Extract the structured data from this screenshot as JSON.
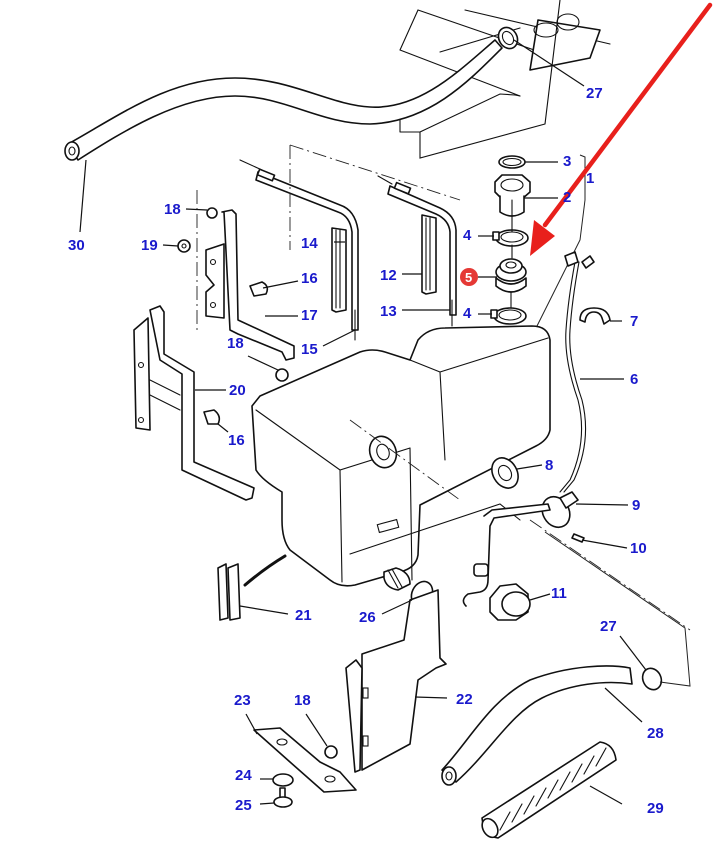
{
  "diagram": {
    "title": "Fuel tank assembly exploded parts diagram",
    "label_color": "#1a1acc",
    "highlight_color": "#e53935",
    "arrow_color": "#e8201c",
    "highlighted_part": "5",
    "callouts": [
      {
        "id": "27a",
        "label": "27",
        "part": "hose clamp (upper)"
      },
      {
        "id": "3",
        "label": "3",
        "part": "sealing ring"
      },
      {
        "id": "1",
        "label": "1",
        "part": "filler neck assembly (bracket)"
      },
      {
        "id": "2",
        "label": "2",
        "part": "hex adapter"
      },
      {
        "id": "4a",
        "label": "4",
        "part": "hose clamp"
      },
      {
        "id": "5",
        "label": "5",
        "part": "filler neck bellows"
      },
      {
        "id": "4b",
        "label": "4",
        "part": "hose clamp"
      },
      {
        "id": "7",
        "label": "7",
        "part": "cable clip"
      },
      {
        "id": "6",
        "label": "6",
        "part": "sender wire"
      },
      {
        "id": "30",
        "label": "30",
        "part": "breather hose"
      },
      {
        "id": "18a",
        "label": "18",
        "part": "nut"
      },
      {
        "id": "19",
        "label": "19",
        "part": "nut"
      },
      {
        "id": "14",
        "label": "14",
        "part": "strap pad"
      },
      {
        "id": "16a",
        "label": "16",
        "part": "bolt"
      },
      {
        "id": "12",
        "label": "12",
        "part": "strap pad"
      },
      {
        "id": "17",
        "label": "17",
        "part": "mounting bracket"
      },
      {
        "id": "13",
        "label": "13",
        "part": "tension strap"
      },
      {
        "id": "18b",
        "label": "18",
        "part": "nut"
      },
      {
        "id": "15",
        "label": "15",
        "part": "tension strap"
      },
      {
        "id": "20",
        "label": "20",
        "part": "mounting bracket"
      },
      {
        "id": "16b",
        "label": "16",
        "part": "bolt"
      },
      {
        "id": "8",
        "label": "8",
        "part": "gasket"
      },
      {
        "id": "9",
        "label": "9",
        "part": "fuel level sender"
      },
      {
        "id": "10",
        "label": "10",
        "part": "screw"
      },
      {
        "id": "11",
        "label": "11",
        "part": "drain plug"
      },
      {
        "id": "21",
        "label": "21",
        "part": "rubber pad"
      },
      {
        "id": "26",
        "label": "26",
        "part": "seal ring"
      },
      {
        "id": "22",
        "label": "22",
        "part": "heat shield"
      },
      {
        "id": "27b",
        "label": "27",
        "part": "hose clamp"
      },
      {
        "id": "23",
        "label": "23",
        "part": "support bracket"
      },
      {
        "id": "18c",
        "label": "18",
        "part": "nut"
      },
      {
        "id": "28",
        "label": "28",
        "part": "fuel hose"
      },
      {
        "id": "24",
        "label": "24",
        "part": "washer"
      },
      {
        "id": "25",
        "label": "25",
        "part": "bolt"
      },
      {
        "id": "29",
        "label": "29",
        "part": "protective sleeve"
      }
    ]
  }
}
